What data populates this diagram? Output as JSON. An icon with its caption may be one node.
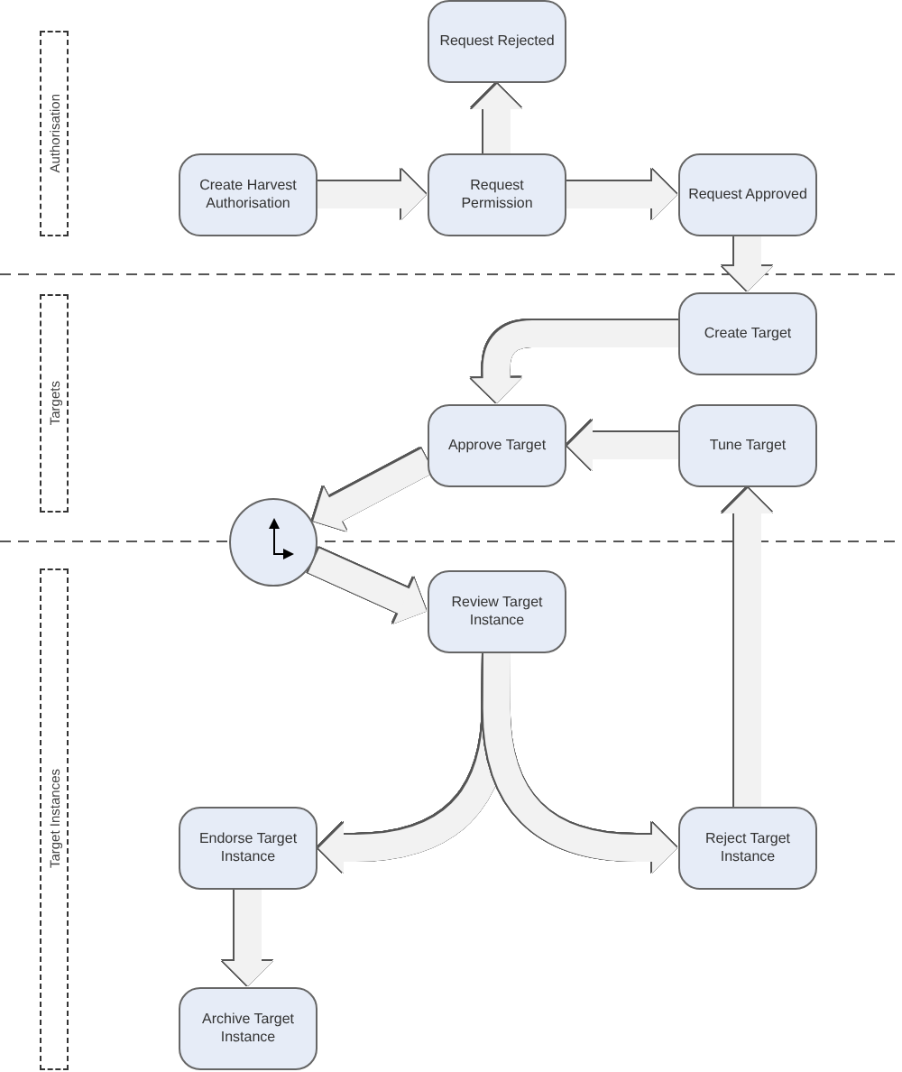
{
  "diagram": {
    "nodes": [
      {
        "text": [
          "Authorisation"
        ]
      },
      {
        "text": [
          "Targets"
        ]
      },
      {
        "text": [
          "Target Instances"
        ]
      },
      {
        "text": [
          "Request Rejected"
        ]
      },
      {
        "text": [
          "Create Harvest Authorisation"
        ]
      },
      {
        "text": [
          "Request Permission"
        ]
      },
      {
        "text": [
          "Request Approved"
        ]
      },
      {
        "text": [
          "Create Target"
        ]
      },
      {
        "text": [
          "Approve Target"
        ]
      },
      {
        "text": [
          "Tune Target"
        ]
      },
      {
        "text": [],
        "shape": "circle"
      },
      {
        "text": [
          "Review Target Instance"
        ]
      },
      {
        "text": [
          "Endorse Target Instance"
        ]
      },
      {
        "text": [
          "Reject Target Instance"
        ]
      },
      {
        "text": [
          "Archive Target Instance"
        ]
      }
    ],
    "edges": [
      {
        "from": 4,
        "to": 5,
        "arrow": "to"
      },
      {
        "from": 5,
        "to": 3,
        "arrow": "to"
      },
      {
        "from": 5,
        "to": 6,
        "arrow": "to"
      },
      {
        "from": 6,
        "to": 7,
        "arrow": "to"
      },
      {
        "from": 7,
        "to": 8,
        "arrow": "to"
      },
      {
        "from": 9,
        "to": 8,
        "arrow": "to"
      },
      {
        "from": 8,
        "to": 10,
        "arrow": "to"
      },
      {
        "from": 10,
        "to": 11,
        "arrow": "to"
      },
      {
        "from": 11,
        "to": 12,
        "arrow": "to"
      },
      {
        "from": 11,
        "to": 13,
        "arrow": "to"
      },
      {
        "from": 13,
        "to": 9,
        "arrow": "to"
      },
      {
        "from": 12,
        "to": 14,
        "arrow": "to"
      }
    ]
  }
}
